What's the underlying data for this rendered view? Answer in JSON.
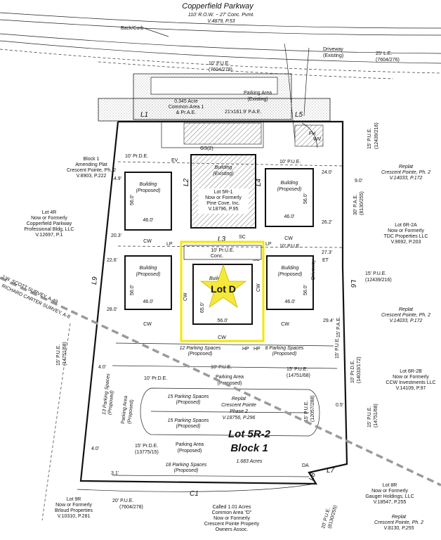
{
  "road": {
    "name": "Copperfield Parkway",
    "desc": "110' R.O.W. ~ 27' Conc. Pvmt.",
    "ref": "V.4879, P.53",
    "back_curb": "Back/Curb",
    "driveway_top": "Driveway",
    "driveway_top2": "(Existing)"
  },
  "easements": {
    "le_top": "25' L.E.",
    "le_top_ref": "(7604/276)",
    "pue_top": "10' P.U.E.",
    "pue_top_ref": "(7604/278)",
    "pae_top": "21'x161.9' P.A.E.",
    "prde_upper_left": "10' Pr.D.E.",
    "pue_upper_right": "10' P.U.E.",
    "prue_center": "10' Pr.U.E.",
    "pue_mid_right": "10' P.U.E.",
    "pue_right_top": "15' P.U.E.",
    "pue_right_top_ref": "(12439/216)",
    "pue_right_mid": "15' P.U.E.",
    "pue_right_mid_ref": "(12439/216)",
    "pae_30": "30' P.A.E.",
    "pae_30_ref": "(8130/255)",
    "pae_right": "15' P.A.E.",
    "pue_left": "15' P.U.E.",
    "pue_left_ref": "(14751/68)",
    "pue_lower_center": "10' P.U.E.",
    "prde_lower_left": "10' Pr.D.E.",
    "pue_lower_right": "15' P.U.E.",
    "pue_lower_right_ref": "(14751/68)",
    "prde_bottom_left": "15' Pr.D.E.",
    "prde_bottom_left_ref": "(13775/15)",
    "prde_right_vert": "10' Pr.D.E.",
    "prde_right_vert_ref": "(14033/172)",
    "pue_right_vert": "15' P.U.E.",
    "pue_right_vert_ref": "(14751/68)",
    "pue_bottom_left": "20' P.U.E.",
    "pue_bottom_left_ref": "(7604/278)",
    "pue_bottom_right": "20' P.U.E.",
    "pue_bottom_right_ref": "(8130/255)",
    "pue_island": "15' P.U.E.",
    "pue_island_ref": "(12057/288)",
    "pue_driveway": "15' P.U.E.",
    "pue_driveway_ref": "(14751/68)"
  },
  "parking_existing": {
    "title": "Parking Area",
    "sub": "(Existing)",
    "common_a": "0.345 Acre",
    "common_b": "Common Area 1",
    "common_c": "& Pr.A.E."
  },
  "buildings": {
    "existing_a": "Building",
    "existing_b": "(Existing)",
    "existing_owner_a": "Lot 5R-1",
    "existing_owner_b": "Now or Formerly",
    "existing_owner_c": "Pine Cove, Inc.",
    "existing_owner_d": "V.18796, P.95",
    "proposed_a": "Building",
    "proposed_b": "(Proposed)",
    "dim_56": "56.0'",
    "dim_46": "46.0'",
    "dim_65": "65.0'"
  },
  "lots": {
    "main_a": "Lot 5R-2",
    "main_b": "Block 1",
    "main_c": "1.683 Acres",
    "highlight": "Lot D"
  },
  "courses": {
    "L1": "L1",
    "L2": "L2",
    "L3": "L3",
    "L4": "L4",
    "L5": "L5",
    "L6": "L6",
    "L7": "L7",
    "L8": "L8",
    "L9": "L9",
    "C1": "C1"
  },
  "dims": {
    "d149": "14.9'",
    "d203": "20.3'",
    "d226": "22.6'",
    "d280": "28.0'",
    "d240": "24.0'",
    "d90": "9.0'",
    "d262": "26.2'",
    "d273": "27.3'",
    "d294": "29.4'",
    "d40a": "4.0'",
    "d40b": "4.0'",
    "d05": "0.5'",
    "d31": "3.1'",
    "da": "DA"
  },
  "marks": {
    "cw": "CW",
    "sc": "SC",
    "lp": "LP",
    "ev": "EV",
    "gs": "GS(2)",
    "hp": "HP",
    "conc": "Conc.",
    "driveway": "Driveway",
    "et": "ET",
    "wv": "WV",
    "fh": "FH"
  },
  "parking": {
    "area_proposed": "Parking Area",
    "area_proposed_b": "(Proposed)",
    "spaces12": "12 Parking Spaces",
    "spaces12_b": "(Proposed)",
    "spaces8": "8 Parking Spaces",
    "spaces8_b": "(Proposed)",
    "spaces15a": "15 Parking Spaces",
    "spaces15a_b": "(Proposed)",
    "spaces15b": "15 Parking Spaces",
    "spaces15b_b": "(Proposed)",
    "spaces18": "18 Parking Spaces",
    "spaces18_b": "(Proposed)",
    "spaces_left": "13 Parking Spaces",
    "spaces_left_b": "(Proposed)",
    "left_area": "Parking Area",
    "left_area_b": "(Proposed)",
    "bottom_area": "Parking Area",
    "bottom_area_b": "(Proposed)"
  },
  "replat": {
    "a": "Replat",
    "b": "Crescent Pointe",
    "c": "Phase 2",
    "d": "V.18756, P.296"
  },
  "surveys": {
    "jw": "J.W. SCOTT SURVEY, A-49",
    "rc": "RICHARD CARTER SURVEY, A-8"
  },
  "neighbors": {
    "block1_a": "Block 1",
    "block1_b": "Amending Plat",
    "block1_c": "Crescent Pointe, Ph. 2",
    "block1_d": "V.8903, P.222",
    "lot4r_a": "Lot 4R",
    "lot4r_b": "Now or Formerly",
    "lot4r_c": "Copperfield Parkway",
    "lot4r_d": "Professional Bldg, LLC",
    "lot4r_e": "V.12697, P.1",
    "replat1_a": "Replat",
    "replat1_b": "Crescent Pointe, Ph. 2",
    "replat1_c": "V.14033, P.172",
    "lot6r2a_a": "Lot 6R-2A",
    "lot6r2a_b": "Now or Formerly",
    "lot6r2a_c": "TDC Properties LLC",
    "lot6r2a_d": "V.9692, P.203",
    "replat2_a": "Replat",
    "replat2_b": "Crescent Pointe, Ph. 2",
    "replat2_c": "V.14033, P.172",
    "lot6r2b_a": "Lot 6R-2B",
    "lot6r2b_b": "Now or Formerly",
    "lot6r2b_c": "CCW Investments LLC",
    "lot6r2b_d": "V.14109, P.97",
    "lot9r_a": "Lot 9R",
    "lot9r_b": "Now or Formerly",
    "lot9r_c": "Brloud Properties",
    "lot9r_d": "V.10310, P.281",
    "common_a": "Called 1.01 Acres",
    "common_b": "Common Area \"D\"",
    "common_c": "Now or Formerly",
    "common_d": "Crescent Pointe Property",
    "common_e": "Owners Assoc.",
    "lot8r_a": "Lot 8R",
    "lot8r_b": "Now or Formerly",
    "lot8r_c": "Gauger Holdings, LLC",
    "lot8r_d": "V.18547, P.255",
    "replat3_a": "Replat",
    "replat3_b": "Crescent Pointe, Ph. 2",
    "replat3_c": "V.8130, P.255"
  },
  "colors": {
    "highlight_box": "#f5e600",
    "star": "#f5e83a",
    "ink": "#111111",
    "hatch": "#555555",
    "survey_line": "#9a9a9a"
  }
}
